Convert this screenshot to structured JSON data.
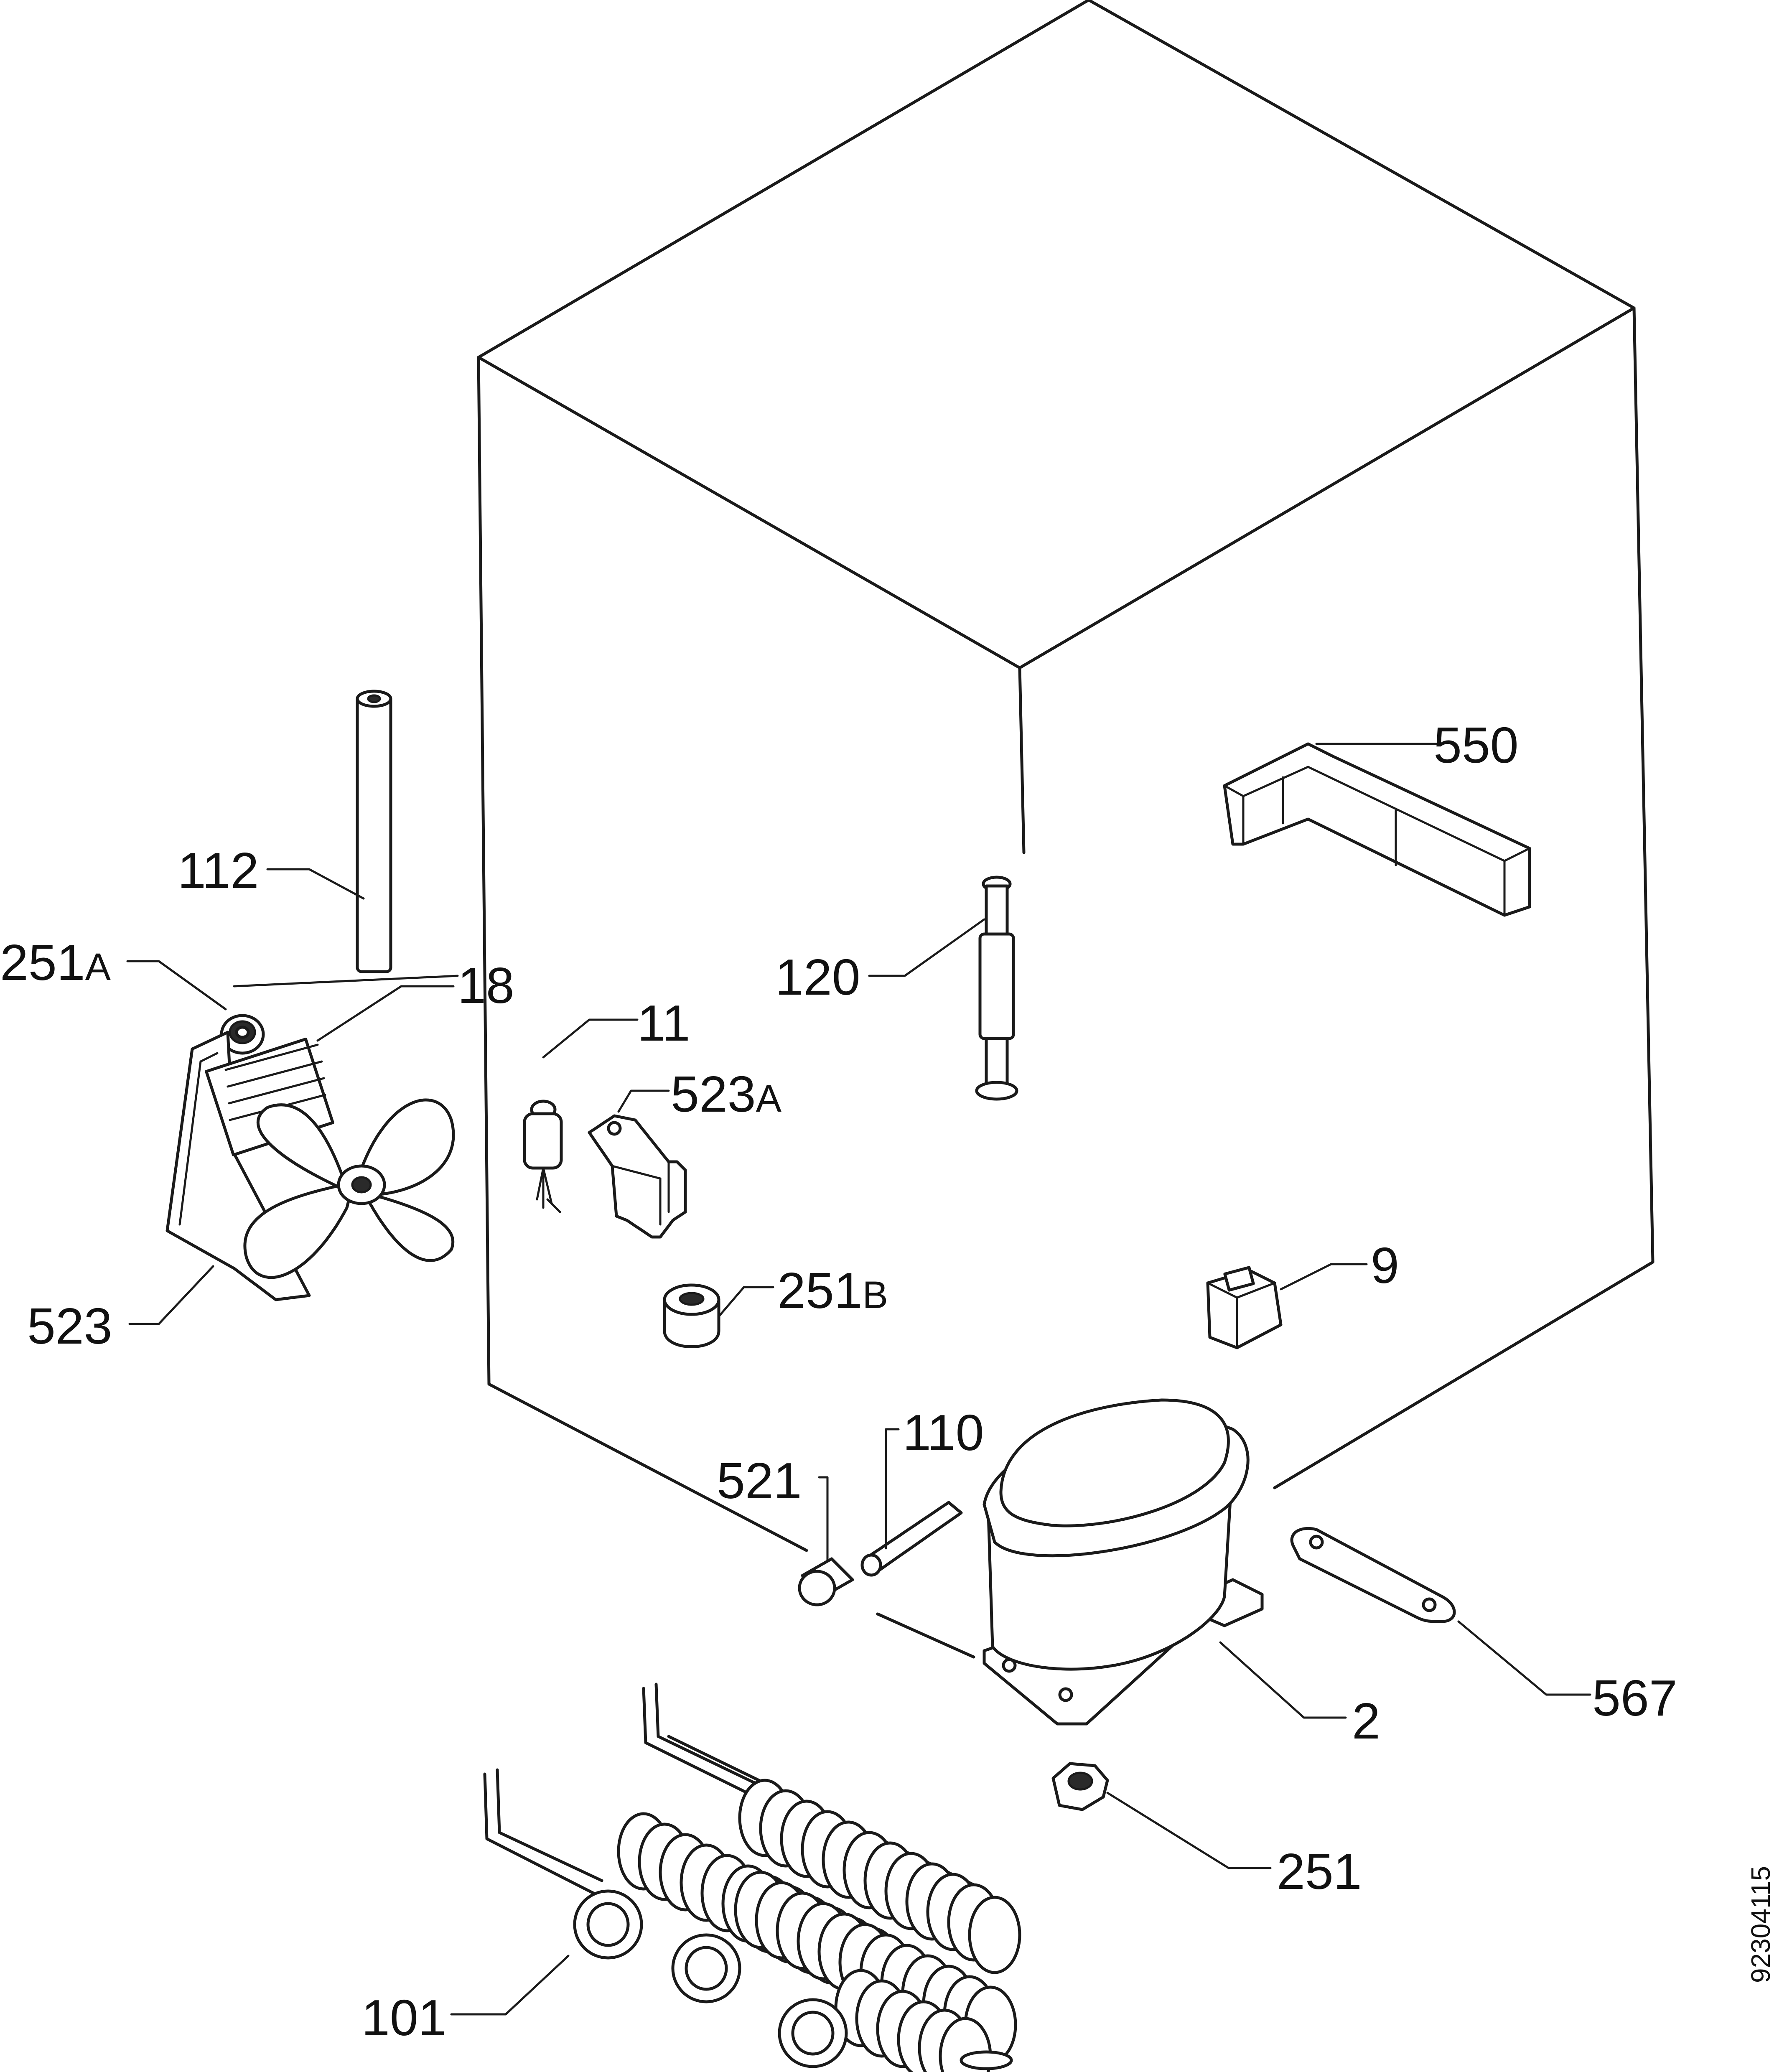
{
  "parts": [
    {
      "id": "p550",
      "label": "550"
    },
    {
      "id": "p112",
      "label": "112"
    },
    {
      "id": "p120",
      "label": "120"
    },
    {
      "id": "p18",
      "label": "18"
    },
    {
      "id": "p251a",
      "label": "251",
      "suffix": "A"
    },
    {
      "id": "p11",
      "label": "11"
    },
    {
      "id": "p523a",
      "label": "523",
      "suffix": "A"
    },
    {
      "id": "p9",
      "label": "9"
    },
    {
      "id": "p251b",
      "label": "251",
      "suffix": "B"
    },
    {
      "id": "p523",
      "label": "523"
    },
    {
      "id": "p110",
      "label": "110"
    },
    {
      "id": "p521",
      "label": "521"
    },
    {
      "id": "p2",
      "label": "2"
    },
    {
      "id": "p567",
      "label": "567"
    },
    {
      "id": "p251",
      "label": "251"
    },
    {
      "id": "p101",
      "label": "101"
    }
  ],
  "document_id": "92304115"
}
